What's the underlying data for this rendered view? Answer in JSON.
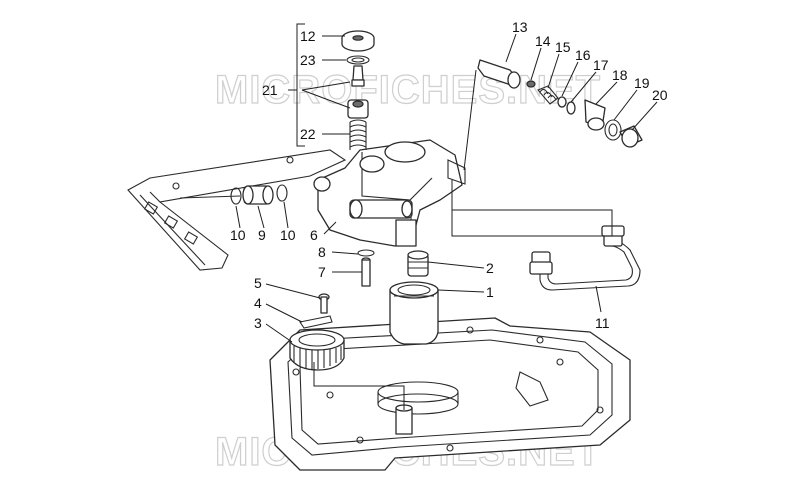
{
  "watermark": {
    "text": "MICROFICHES.NET",
    "color": "#cfcfcf"
  },
  "callouts": {
    "c1": "1",
    "c2": "2",
    "c3": "3",
    "c4": "4",
    "c5": "5",
    "c6": "6",
    "c7": "7",
    "c8": "8",
    "c9": "9",
    "c10a": "10",
    "c10b": "10",
    "c11": "11",
    "c12": "12",
    "c13": "13",
    "c14": "14",
    "c15": "15",
    "c16": "16",
    "c17": "17",
    "c18": "18",
    "c19": "19",
    "c20": "20",
    "c21": "21",
    "c22": "22",
    "c23": "23"
  },
  "colors": {
    "line": "#2b2b2b",
    "background": "#ffffff",
    "text": "#111111"
  }
}
